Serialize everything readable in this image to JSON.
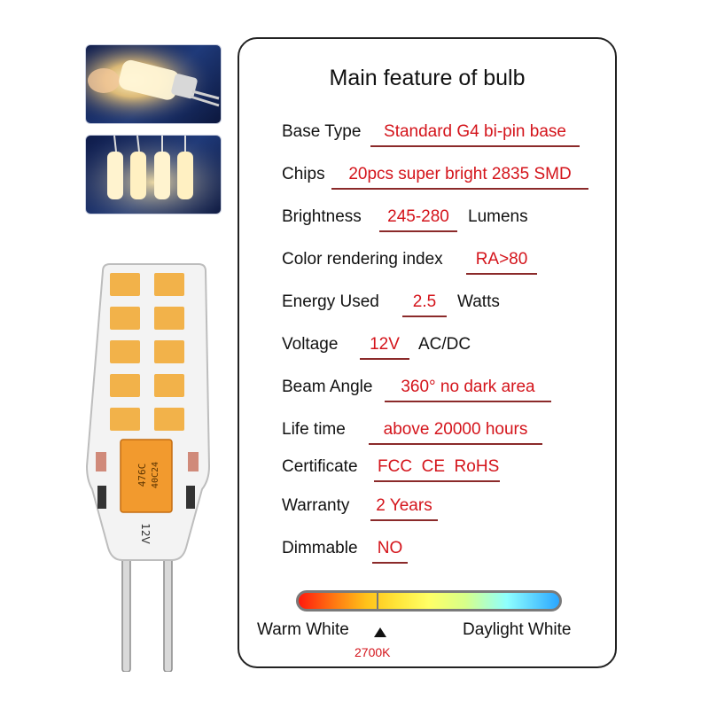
{
  "card": {
    "title": "Main feature of bulb",
    "rows": [
      {
        "label": "Base Type",
        "value": "Standard G4 bi-pin base",
        "unit": ""
      },
      {
        "label": "Chips",
        "value": "20pcs super bright 2835 SMD",
        "unit": ""
      },
      {
        "label": "Brightness",
        "value": "245-280",
        "unit": "Lumens"
      },
      {
        "label": "Color rendering index",
        "value": "RA>80",
        "unit": ""
      },
      {
        "label": "Energy Used",
        "value": "2.5",
        "unit": "Watts"
      },
      {
        "label": "Voltage",
        "value": "12V",
        "unit": "AC/DC"
      },
      {
        "label": "Beam Angle",
        "value": "360° no dark area",
        "unit": ""
      },
      {
        "label": "Life time",
        "value": "above 20000 hours",
        "unit": ""
      },
      {
        "label": "Certificate",
        "value": "FCC  CE  RoHS",
        "unit": ""
      },
      {
        "label": "Warranty",
        "value": "2 Years",
        "unit": ""
      },
      {
        "label": "Dimmable",
        "value": "NO",
        "unit": ""
      }
    ]
  },
  "color_scale": {
    "left_label": "Warm White",
    "right_label": "Daylight White",
    "marker_value": "2700K"
  },
  "bulb_markings": {
    "capacitor_code_1": "476C",
    "capacitor_code_2": "40C24",
    "voltage_print": "12V"
  },
  "colors": {
    "value_red": "#d4141b",
    "led_amber": "#f2b24a",
    "capacitor_orange": "#f29a2e"
  }
}
